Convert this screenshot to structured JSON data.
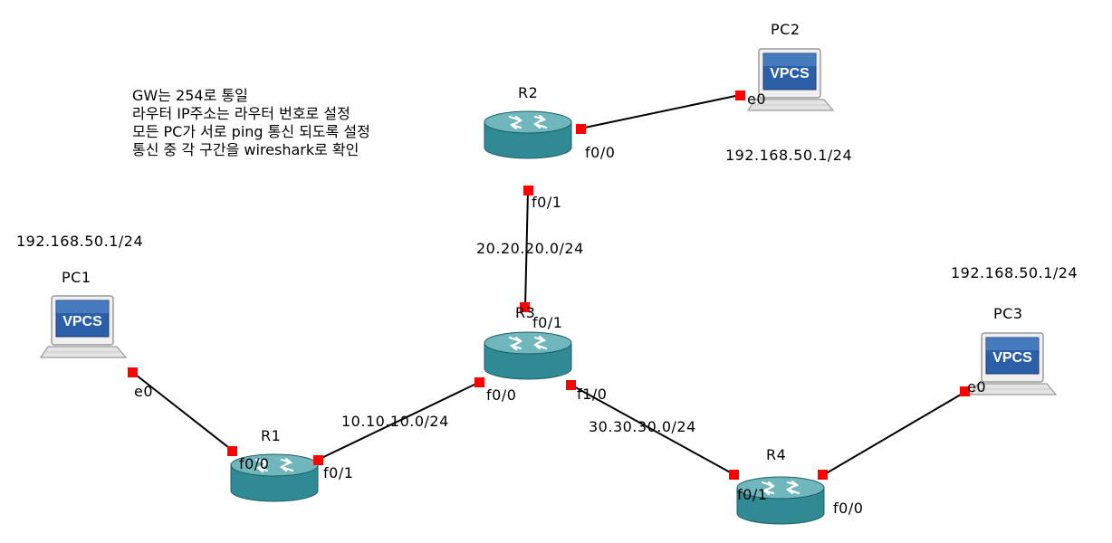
{
  "colors": {
    "link": "#000000",
    "port": "#ff0000",
    "router_body": "#2f8a93",
    "router_top": "#6fb6bd"
  },
  "notes": [
    "GW는 254로 통일",
    "라우터 IP주소는 라우터 번호로 설정",
    "모든 PC가 서로 ping 통신 되도록 설정",
    "통신 중 각 구간을 wireshark로 확인"
  ],
  "nodes": {
    "pc1": {
      "name": "PC1",
      "type": "vpcs",
      "screen_text": "VPCS",
      "ip": "192.168.50.1/24"
    },
    "pc2": {
      "name": "PC2",
      "type": "vpcs",
      "screen_text": "VPCS",
      "ip": "192.168.50.1/24"
    },
    "pc3": {
      "name": "PC3",
      "type": "vpcs",
      "screen_text": "VPCS",
      "ip": "192.168.50.1/24"
    },
    "r1": {
      "name": "R1",
      "type": "router"
    },
    "r2": {
      "name": "R2",
      "type": "router"
    },
    "r3": {
      "name": "R3",
      "type": "router"
    },
    "r4": {
      "name": "R4",
      "type": "router"
    }
  },
  "links": [
    {
      "id": "pc1-r1",
      "a": "PC1",
      "a_port": "e0",
      "b": "R1",
      "b_port": "f0/0",
      "network": ""
    },
    {
      "id": "r1-r3",
      "a": "R1",
      "a_port": "f0/1",
      "b": "R3",
      "b_port": "f0/0",
      "network": "10.10.10.0/24"
    },
    {
      "id": "r2-r3",
      "a": "R2",
      "a_port": "f0/1",
      "b": "R3",
      "b_port": "f0/1",
      "network": "20.20.20.0/24"
    },
    {
      "id": "r3-r4",
      "a": "R3",
      "a_port": "f1/0",
      "b": "R4",
      "b_port": "f0/1",
      "network": "30.30.30.0/24"
    },
    {
      "id": "r2-pc2",
      "a": "R2",
      "a_port": "f0/0",
      "b": "PC2",
      "b_port": "e0",
      "network": ""
    },
    {
      "id": "r4-pc3",
      "a": "R4",
      "a_port": "f0/0",
      "b": "PC3",
      "b_port": "e0",
      "network": ""
    }
  ]
}
